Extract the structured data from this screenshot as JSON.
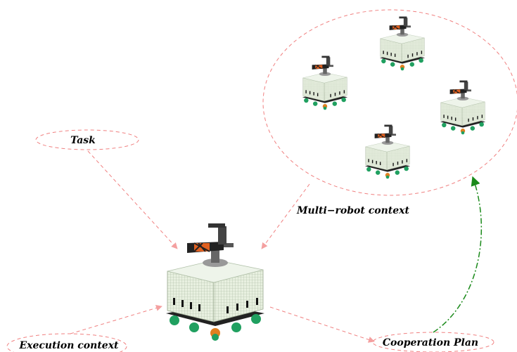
{
  "labels": {
    "task": "Task",
    "multi_robot_context": "Multi−robot context",
    "execution_context": "Execution context",
    "cooperation_plan": "Cooperation Plan"
  },
  "colors": {
    "dashed_link": "#f08080",
    "dashed_arrowhead": "#f4a0a0",
    "cooperation_link": "#1a8a1a",
    "robot_body": "#d8e8d0",
    "robot_base": "#222222",
    "robot_arm_accent": "#e06020",
    "wheel_green": "#20a060",
    "wheel_orange": "#e08020"
  },
  "icons": {
    "central_robot": "mobile-robot-with-arm",
    "fleet_robot": "mobile-robot-with-arm"
  }
}
